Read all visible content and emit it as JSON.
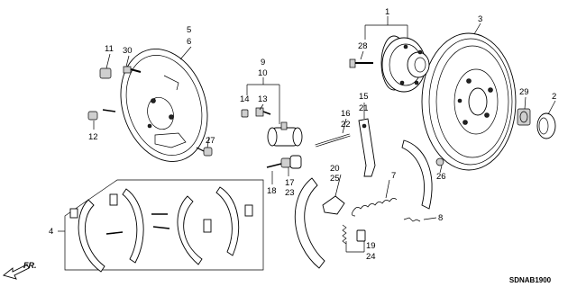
{
  "diagram": {
    "callouts": [
      "1",
      "2",
      "3",
      "4",
      "5",
      "6",
      "7",
      "8",
      "9",
      "10",
      "11",
      "12",
      "13",
      "14",
      "15",
      "16",
      "17",
      "18",
      "19",
      "20",
      "21",
      "22",
      "23",
      "24",
      "25",
      "26",
      "27",
      "28",
      "29",
      "30"
    ],
    "diagram_code": "SDNAB1900",
    "direction_label": "FR."
  }
}
